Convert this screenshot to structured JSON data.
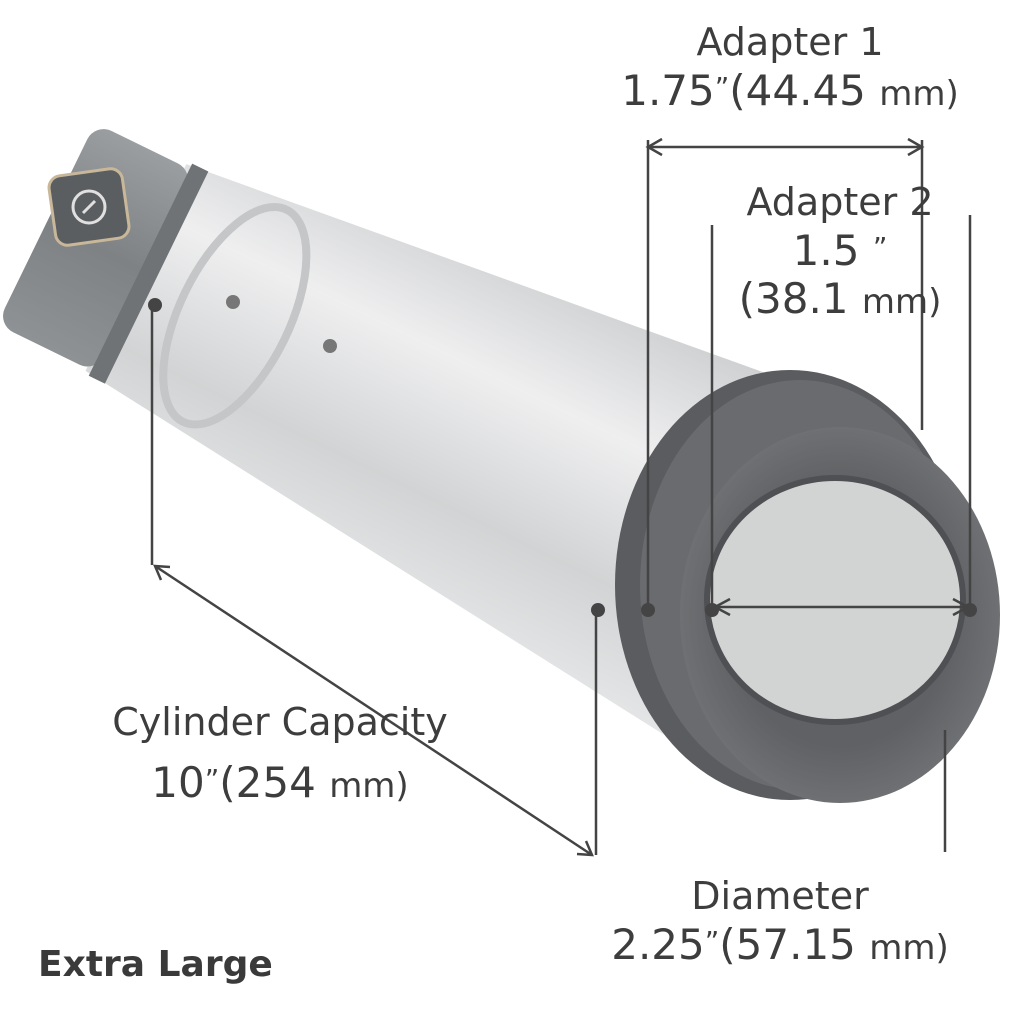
{
  "edition": "Extra Large",
  "adapter1": {
    "title": "Adapter 1",
    "inches": "1.75",
    "mm": "(44.45",
    "unit": "mm)"
  },
  "adapter2": {
    "title": "Adapter 2",
    "inches": "1.5",
    "mm": "(38.1",
    "unit": "mm)"
  },
  "cylinder": {
    "title": "Cylinder Capacity",
    "inches": "10",
    "mm": "(254",
    "unit": "mm)"
  },
  "diameter": {
    "title": "Diameter",
    "inches": "2.25",
    "mm": "(57.15",
    "unit": "mm)"
  },
  "inch_mark": "”",
  "colors": {
    "line": "#444444",
    "ring": "#6b6d70",
    "motor": "#8a8e90",
    "tube": "#d9dbdc"
  },
  "icons": [
    "power-button-icon"
  ]
}
